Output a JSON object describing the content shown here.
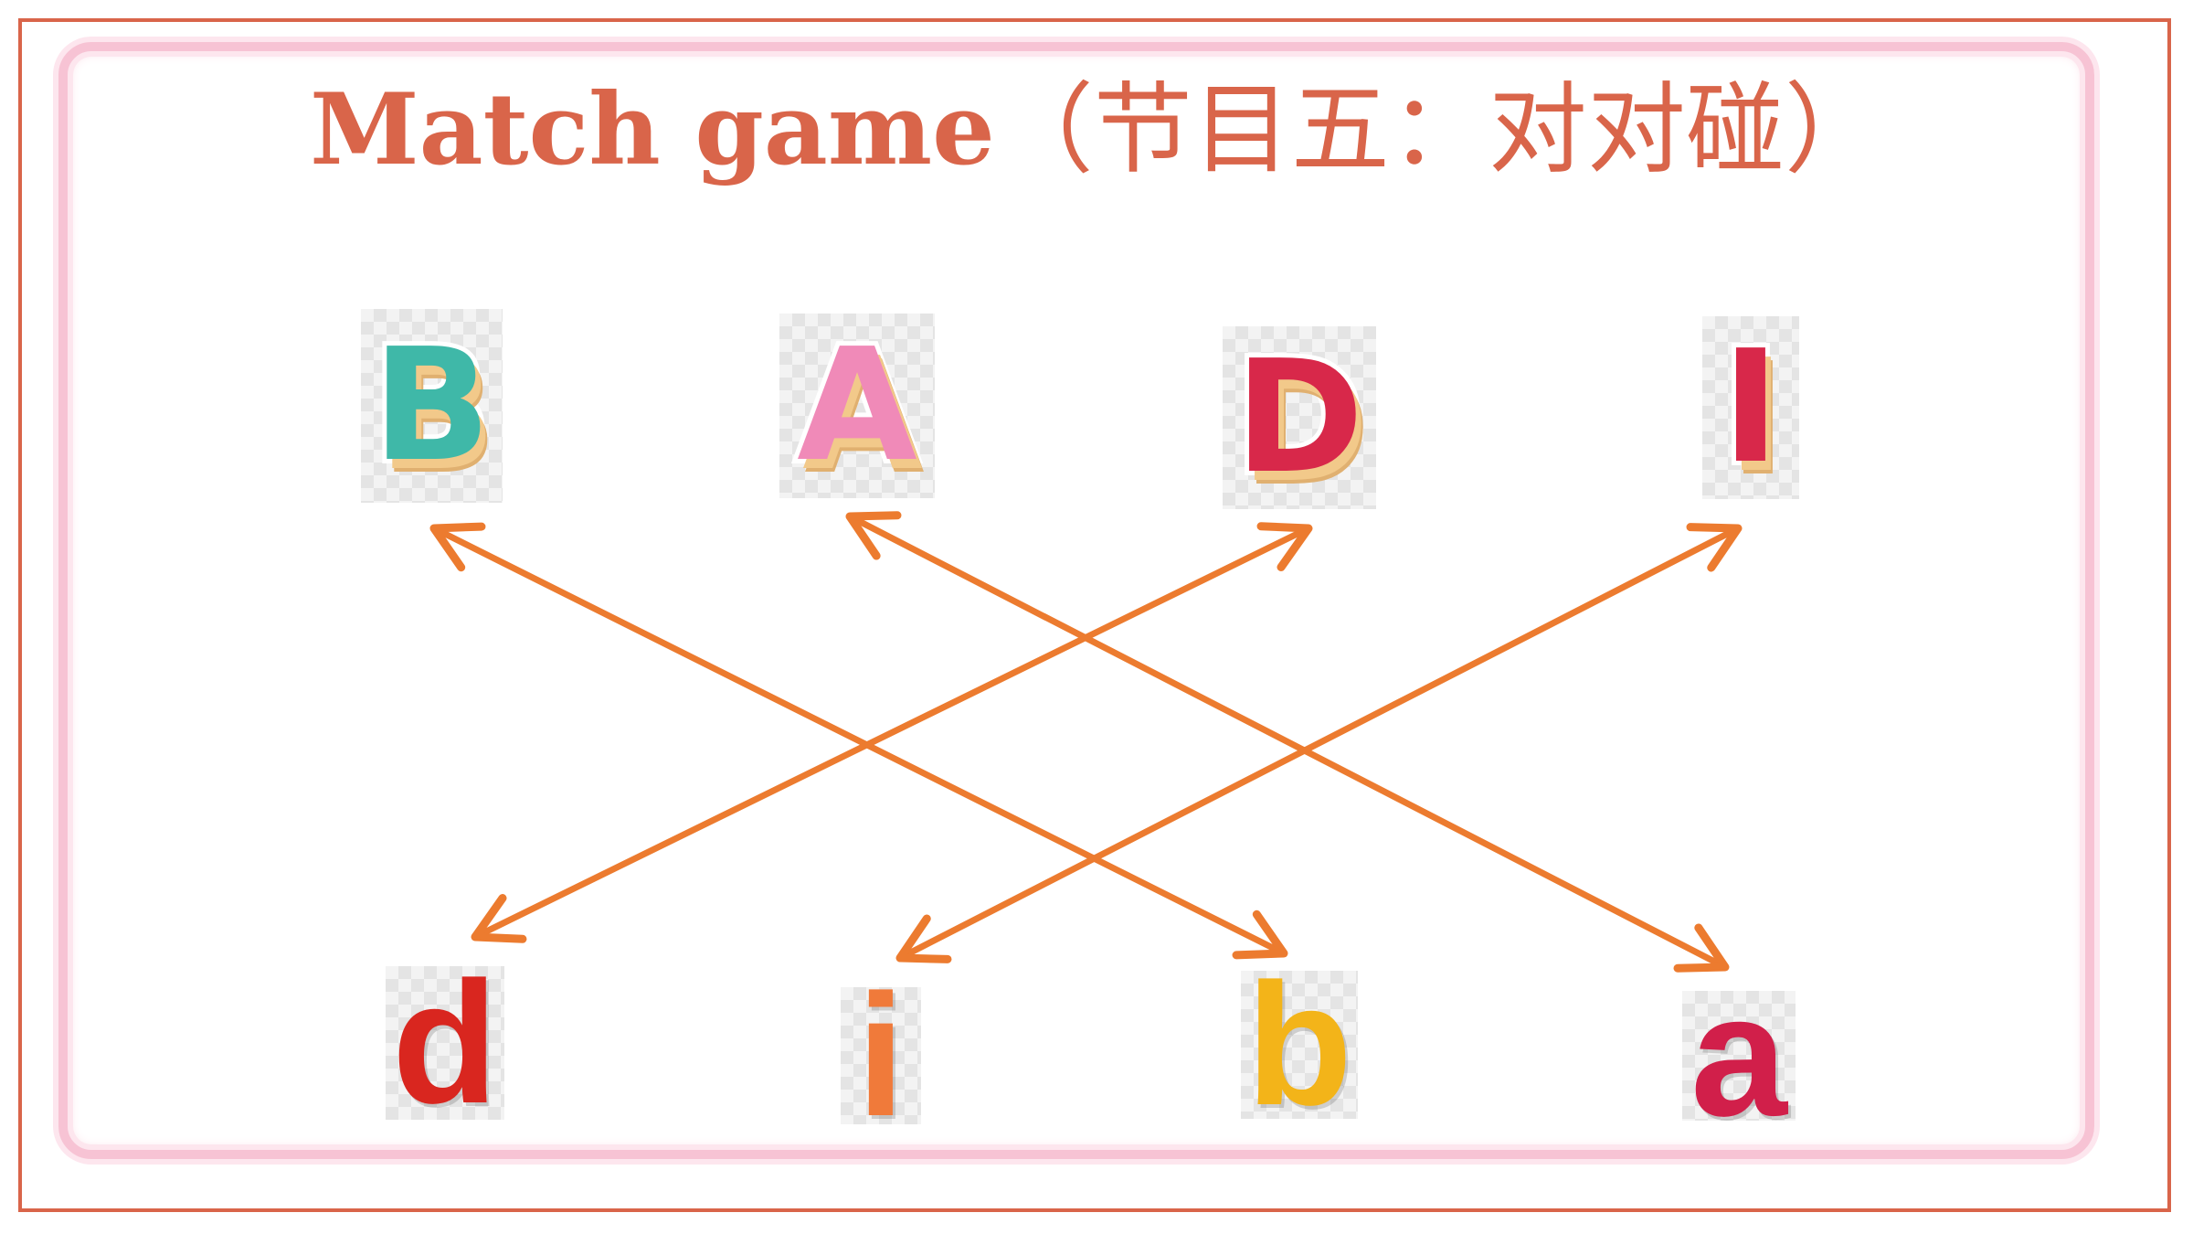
{
  "title": {
    "english": "Match game",
    "chinese": "（节目五：对对碰）"
  },
  "colors": {
    "title": "#d9654a",
    "arrow": "#ec7b2f",
    "outer_border": "#d9654a",
    "inner_frame": "#f7c3d4"
  },
  "uppercase_cards": [
    {
      "letter": "B",
      "color": "#3fb8a8"
    },
    {
      "letter": "A",
      "color": "#f08ab8"
    },
    {
      "letter": "D",
      "color": "#d8284a"
    },
    {
      "letter": "I",
      "color": "#d8284a"
    }
  ],
  "lowercase_cards": [
    {
      "letter": "d",
      "color": "#d9261f"
    },
    {
      "letter": "i",
      "color": "#f07a3a"
    },
    {
      "letter": "b",
      "color": "#f3b419"
    },
    {
      "letter": "a",
      "color": "#d11f4a"
    }
  ],
  "matches": [
    {
      "upper": "B",
      "lower": "b"
    },
    {
      "upper": "A",
      "lower": "a"
    },
    {
      "upper": "D",
      "lower": "d"
    },
    {
      "upper": "I",
      "lower": "i"
    }
  ]
}
